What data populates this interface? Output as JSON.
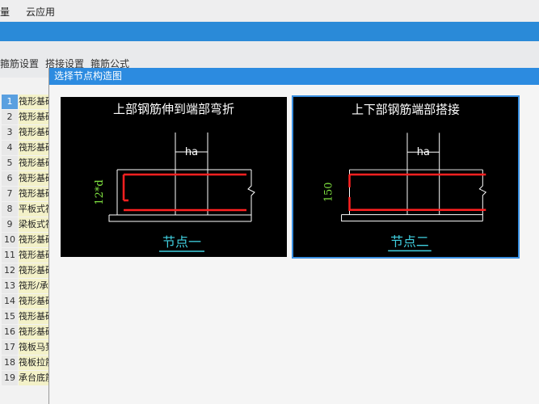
{
  "menu": {
    "items": [
      "量",
      "云应用"
    ]
  },
  "tabs": [
    "箍筋设置",
    "搭接设置",
    "箍筋公式"
  ],
  "grid": {
    "rows": [
      {
        "n": "1",
        "t": "筏形基础"
      },
      {
        "n": "2",
        "t": "筏形基础"
      },
      {
        "n": "3",
        "t": "筏形基础"
      },
      {
        "n": "4",
        "t": "筏形基础"
      },
      {
        "n": "5",
        "t": "筏形基础"
      },
      {
        "n": "6",
        "t": "筏形基础"
      },
      {
        "n": "7",
        "t": "筏形基础"
      },
      {
        "n": "8",
        "t": "平板式筏"
      },
      {
        "n": "9",
        "t": "梁板式筏"
      },
      {
        "n": "10",
        "t": "筏形基础"
      },
      {
        "n": "11",
        "t": "筏形基础"
      },
      {
        "n": "12",
        "t": "筏形基础"
      },
      {
        "n": "13",
        "t": "筏形/承"
      },
      {
        "n": "14",
        "t": "筏形基础"
      },
      {
        "n": "15",
        "t": "筏形基础"
      },
      {
        "n": "16",
        "t": "筏形基础"
      },
      {
        "n": "17",
        "t": "筏板马凳"
      },
      {
        "n": "18",
        "t": "筏板拉筋"
      },
      {
        "n": "19",
        "t": "承台底筋"
      }
    ],
    "selected_row": "1"
  },
  "dialog": {
    "title": "选择节点构造图",
    "nodes": [
      {
        "title": "上部钢筋伸到端部弯折",
        "dim_top": "ha",
        "dim_side": "12*d",
        "label": "节点一",
        "selected": false
      },
      {
        "title": "上下部钢筋端部搭接",
        "dim_top": "ha",
        "dim_side": "150",
        "label": "节点二",
        "selected": true
      }
    ]
  },
  "colors": {
    "accent": "#2c8be0",
    "rebar": "#ff2020",
    "dim": "#7fe040",
    "label": "#40d0e0"
  }
}
